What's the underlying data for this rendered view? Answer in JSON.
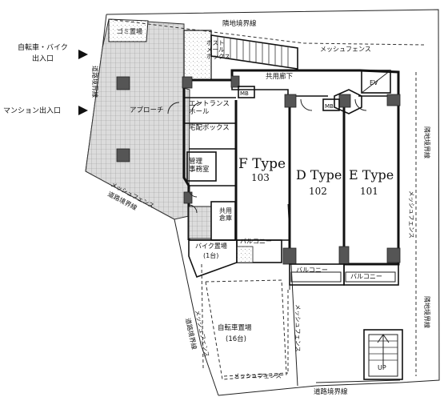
{
  "boundary_labels": {
    "north": "隣地境界線",
    "east": "隣地境界線",
    "south": "道路境界線",
    "west_upper": "道路境界線",
    "west_middle": "道路境界線",
    "west_lower": "道路境界線"
  },
  "fence_labels": {
    "north": "メッシュフェンス",
    "east": "メッシュフェンス",
    "west_middle": "メッシュフェンス",
    "south": "メッシュフェンス",
    "central": "メッシュフェンス",
    "west_lower": "メッシュフェンス"
  },
  "entrances": {
    "bicycle": {
      "line1": "自転車・バイク",
      "line2": "出入口"
    },
    "mansion": "マンション出入口"
  },
  "rooms": {
    "garbage": "ゴミ置場",
    "mailbox": "ポスト\nメール\nボックス",
    "corridor": "共用廊下",
    "ev": "EV",
    "mb1": "MB",
    "mb2": "MB",
    "approach": "アプローチ",
    "entrance_hall": "エントランス\nホール",
    "delivery_box": "宅配ボックス",
    "office": "管理\n事務室",
    "common_storage": "共用\n倉庫",
    "bike_parking": {
      "line1": "バイク置場",
      "line2": "(1台)"
    },
    "bicycle_parking": {
      "line1": "自転車置場",
      "line2": "(16台)"
    },
    "stair_up": "UP"
  },
  "units": [
    {
      "type": "F Type",
      "number": "103"
    },
    {
      "type": "D Type",
      "number": "102"
    },
    {
      "type": "E Type",
      "number": "101"
    }
  ],
  "balconies": [
    "バルコニー",
    "バルコニー",
    "バルコニー"
  ]
}
